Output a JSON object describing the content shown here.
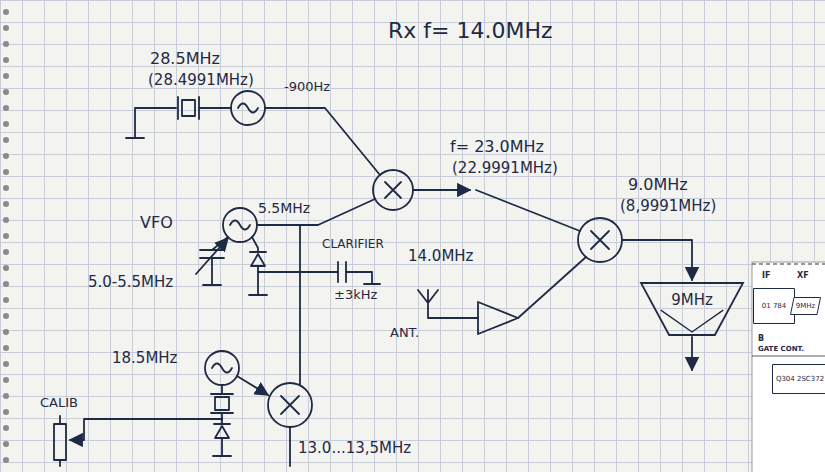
{
  "diagram": {
    "title": "Rx f= 14.0MHz",
    "nodes": [
      {
        "text": [
          "9MHz"
        ]
      },
      {
        "text": [
          "01 784"
        ]
      },
      {
        "text": [
          "9MHz"
        ]
      },
      {
        "text": [
          "Q304 2SC372"
        ]
      }
    ],
    "edges": [
      {
        "from": 1,
        "to": 2,
        "arrow": "none"
      }
    ],
    "labels": [
      "28.5MHz",
      "(28.4991MHz)",
      "-900Hz",
      "f= 23.0MHz",
      "(22.9991MHz)",
      "VFO",
      "5.5MHz",
      "CLARIFIER",
      "5.0-5.5MHz",
      "±3kHz",
      "14.0MHz",
      "ANT.",
      "9.0MHz",
      "(8,9991MHz)",
      "18.5MHz",
      "CALIB",
      "13.0...13,5MHz",
      "IF",
      "XF",
      "B",
      "GATE CONT."
    ]
  }
}
